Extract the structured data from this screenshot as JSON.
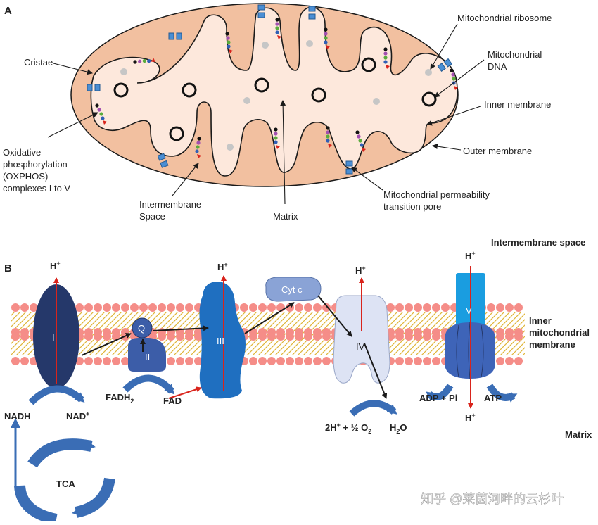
{
  "panel_a": {
    "letter": "A",
    "labels": {
      "cristae": "Cristae",
      "oxphos": [
        "Oxidative",
        "phosphorylation",
        "(OXPHOS)",
        "complexes I to V"
      ],
      "intermembrane": [
        "Intermembrane",
        "Space"
      ],
      "matrix": "Matrix",
      "pore": [
        "Mitochondrial permeability",
        "transition pore"
      ],
      "outer_membrane": "Outer membrane",
      "inner_membrane": "Inner membrane",
      "dna": [
        "Mitochondrial",
        "DNA"
      ],
      "ribosome": "Mitochondrial ribosome"
    }
  },
  "panel_b": {
    "letter": "B",
    "intermembrane_space": "Intermembrane space",
    "inner_membrane": [
      "Inner",
      "mitochondrial",
      "membrane"
    ],
    "matrix": "Matrix",
    "complexes": {
      "c1": "I",
      "c2": "II",
      "q": "Q",
      "c3": "III",
      "cytc": "Cyt c",
      "c4": "IV",
      "c5": "V"
    },
    "proton": "H",
    "plus": "+",
    "nadh": "NADH",
    "nad": "NAD",
    "fadh": "FADH",
    "sub2": "2",
    "fad": "FAD",
    "adp": "ADP + Pi",
    "atp": "ATP",
    "water_in": "2H",
    "half_o2": " + ½ O",
    "water_out": "H",
    "water_o": "O",
    "tca": "TCA"
  },
  "watermark": "知乎 @莱茵河畔的云杉叶",
  "colors": {
    "outer": "#f2c0a0",
    "inner_space": "#fde8dc",
    "complex_dark": "#25386a",
    "complex_blue": "#1f6fc0",
    "proton_arrow": "#d9241c",
    "head_group": "#f58d88"
  }
}
